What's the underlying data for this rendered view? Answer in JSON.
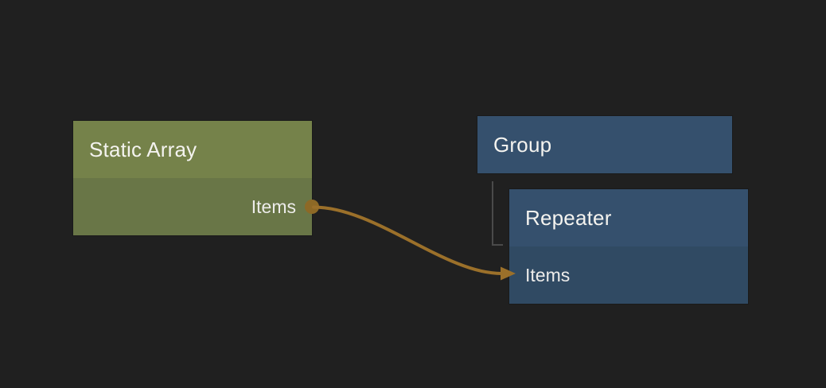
{
  "colors": {
    "background": "#202020",
    "green_header": "#75824a",
    "green_body": "#697647",
    "blue_header": "#35506d",
    "blue_body": "#304a63",
    "wire": "#9b702a",
    "port_dot": "#8d6926",
    "hierarchy_line": "#4a4a4a",
    "title_text": "#f4f3ef",
    "label_text": "#edecea"
  },
  "nodes": {
    "static_array": {
      "title": "Static Array",
      "output_port": {
        "label": "Items"
      }
    },
    "group": {
      "title": "Group"
    },
    "repeater": {
      "title": "Repeater",
      "input_port": {
        "label": "Items"
      }
    }
  },
  "connection": {
    "from_node": "Static Array",
    "from_port": "Items",
    "to_node": "Repeater",
    "to_port": "Items"
  },
  "hierarchy": {
    "parent": "Group",
    "child": "Repeater"
  }
}
